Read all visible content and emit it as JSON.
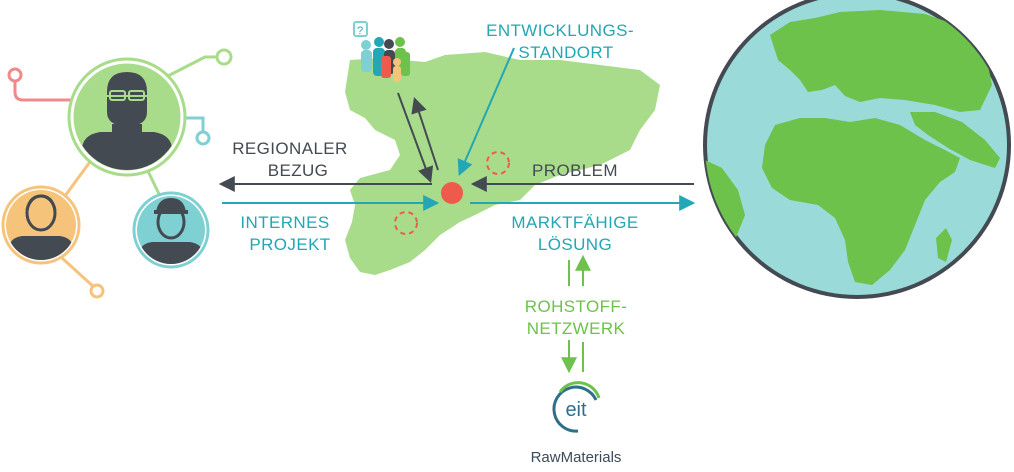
{
  "labels": {
    "regional": [
      "REGIONALER",
      "BEZUG"
    ],
    "internal": [
      "INTERNES",
      "PROJEKT"
    ],
    "site": [
      "ENTWICKLUNGS-",
      "STANDORT"
    ],
    "problem": "PROBLEM",
    "solution": [
      "MARKTFÄHIGE",
      "LÖSUNG"
    ],
    "network": [
      "ROHSTOFF-",
      "NETZWERK"
    ]
  },
  "logo": {
    "mark": "eit",
    "name": "RawMaterials"
  },
  "colors": {
    "dark": "#444a52",
    "teal": "#23a6b5",
    "green": "#6cc24a",
    "map": "#a8dc8a",
    "ocean": "#9adbd9",
    "land": "#6cc24a",
    "dot": "#ef5b4b",
    "orange": "#f6c37b",
    "pink": "#f08a8a"
  }
}
